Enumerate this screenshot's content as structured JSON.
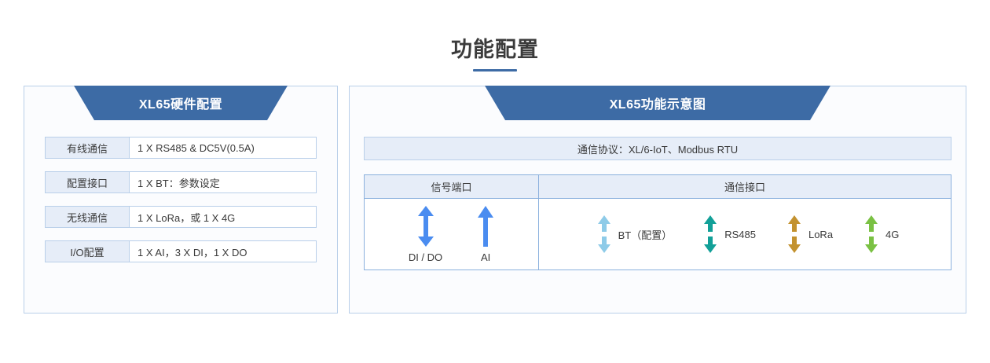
{
  "page": {
    "title": "功能配置"
  },
  "left_panel": {
    "banner": "XL65硬件配置",
    "rows": [
      {
        "label": "有线通信",
        "value": "1 X RS485 & DC5V(0.5A)"
      },
      {
        "label": "配置接口",
        "value": "1 X BT：参数设定"
      },
      {
        "label": "无线通信",
        "value": "1 X LoRa，或 1 X 4G"
      },
      {
        "label": "I/O配置",
        "value": "1 X AI，3 X DI，1 X DO"
      }
    ]
  },
  "right_panel": {
    "banner": "XL65功能示意图",
    "protocol": "通信协议：XL/6-IoT、Modbus RTU",
    "table": {
      "headers": {
        "signal": "信号端口",
        "comm": "通信接口"
      },
      "signal_ports": [
        {
          "label": "DI / DO",
          "icon": "double-arrow-icon",
          "color": "#4a8cf0",
          "direction": "both"
        },
        {
          "label": "AI",
          "icon": "up-arrow-icon",
          "color": "#4a8cf0",
          "direction": "up"
        }
      ],
      "comm_ports": [
        {
          "label": "BT（配置）",
          "icon": "double-arrow-icon",
          "color": "#8ecbe8",
          "direction": "both"
        },
        {
          "label": "RS485",
          "icon": "double-arrow-icon",
          "color": "#12a098",
          "direction": "both"
        },
        {
          "label": "LoRa",
          "icon": "double-arrow-icon",
          "color": "#c3922f",
          "direction": "both"
        },
        {
          "label": "4G",
          "icon": "double-arrow-icon",
          "color": "#7ac143",
          "direction": "both"
        }
      ]
    }
  },
  "colors": {
    "brand_blue": "#3d6ba5",
    "panel_border": "#b9cfe9",
    "cell_fill": "#e6edf8",
    "table_border": "#8ab0dd"
  }
}
